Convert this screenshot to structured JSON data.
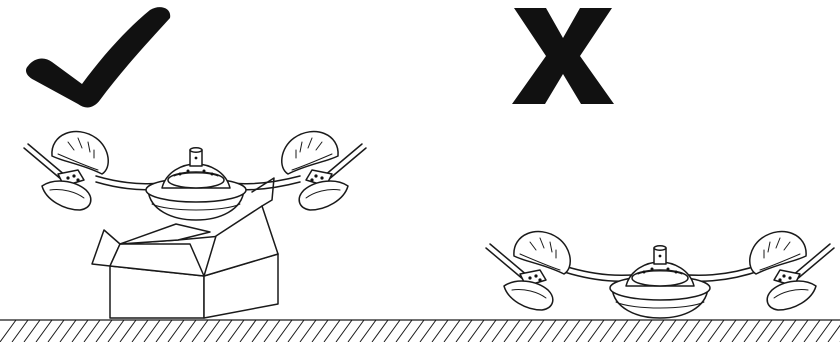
{
  "figure": {
    "correct_mark": "check-mark",
    "incorrect_mark": "x-mark",
    "correct_scene": "fan-placed-on-box",
    "incorrect_scene": "fan-placed-on-floor",
    "colors": {
      "ink": "#1a1a1a",
      "mark": "#111111",
      "background": "#ffffff"
    }
  }
}
